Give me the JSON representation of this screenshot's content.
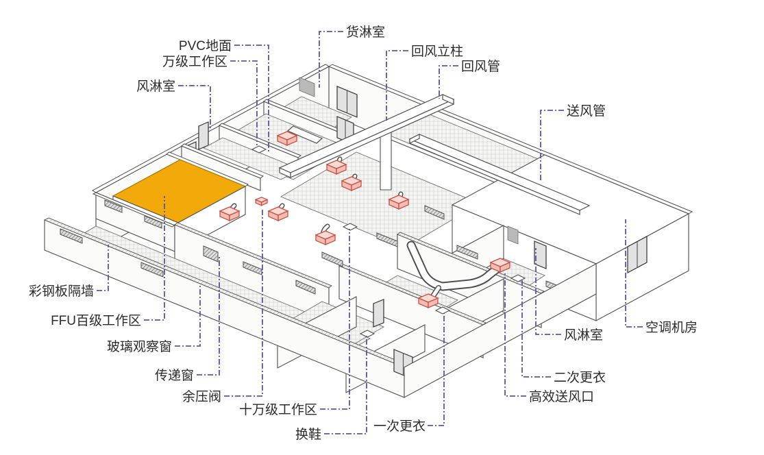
{
  "figure": {
    "type": "isometric-cutaway-diagram",
    "background": "#ffffff"
  },
  "colors": {
    "ffu_ceiling_orange": "#f2a90a",
    "leader_line": "#5a54a6",
    "hepa_red": "#c94f43",
    "hepa_fill_top": "#fadad2",
    "hepa_fill_side": "#f2bdb2",
    "line_gray": "#4f4f4f"
  },
  "hepa_outlet_count": 9,
  "labels": [
    {
      "id": "cargo-shower-room",
      "text": "货淋室"
    },
    {
      "id": "pvc-floor",
      "text": "PVC地面"
    },
    {
      "id": "class-10k-workzone",
      "text": "万级工作区"
    },
    {
      "id": "air-shower-room-top",
      "text": "风淋室"
    },
    {
      "id": "return-air-column",
      "text": "回风立柱"
    },
    {
      "id": "return-air-duct",
      "text": "回风管"
    },
    {
      "id": "supply-air-duct",
      "text": "送风管"
    },
    {
      "id": "color-steel-panel-partition",
      "text": "彩钢板隔墙"
    },
    {
      "id": "ffu-class-100-workzone",
      "text": "FFU百级工作区"
    },
    {
      "id": "glass-observation-window",
      "text": "玻璃观察窗"
    },
    {
      "id": "pass-through-window",
      "text": "传递窗"
    },
    {
      "id": "pressure-relief-valve",
      "text": "余压阀"
    },
    {
      "id": "class-100k-workzone",
      "text": "十万级工作区"
    },
    {
      "id": "shoe-change",
      "text": "换鞋"
    },
    {
      "id": "first-changing-room",
      "text": "一次更衣"
    },
    {
      "id": "second-changing-room",
      "text": "二次更衣"
    },
    {
      "id": "hepa-supply-outlet",
      "text": "高效送风口"
    },
    {
      "id": "air-shower-room-bottom",
      "text": "风淋室"
    },
    {
      "id": "ac-machine-room",
      "text": "空调机房"
    }
  ]
}
